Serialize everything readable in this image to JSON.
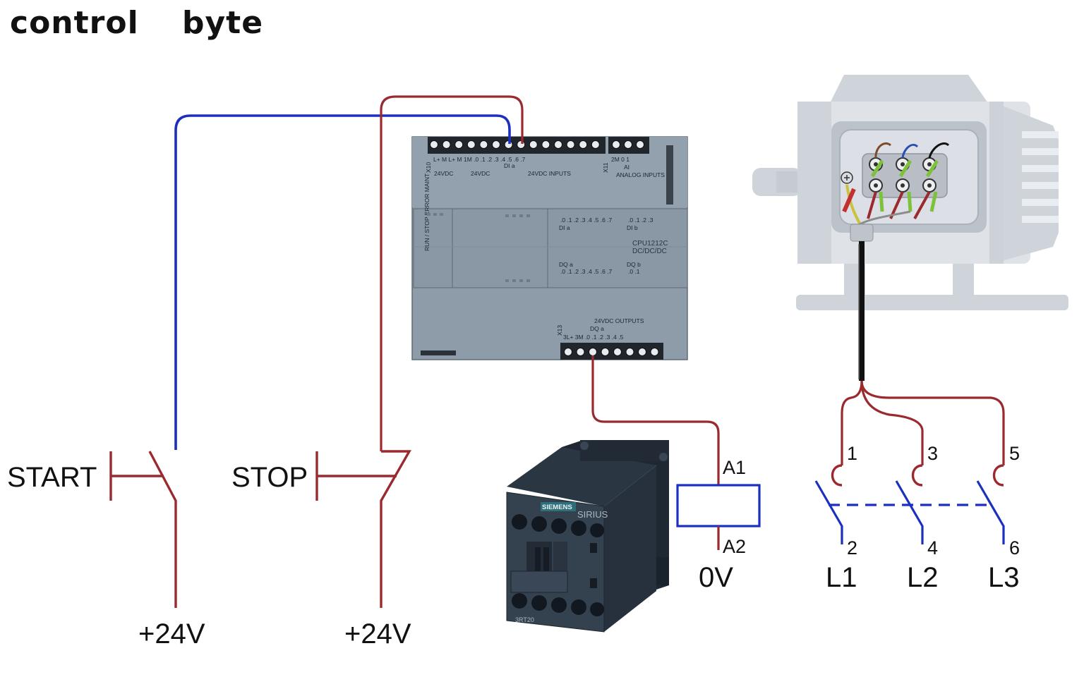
{
  "logo": {
    "text_left": "control",
    "text_right": "byte"
  },
  "plc": {
    "x10": "X10",
    "x11": "X11",
    "x13": "X13",
    "in_terms": "L+  M      L+  M  1M  .0  .1  .2  .3  .4  .5  .6  .7",
    "ai_terms": "2M  0   1",
    "pwr1": "24VDC",
    "pwr2": "24VDC",
    "dia": "DI a",
    "in_title": "24VDC INPUTS",
    "ai": "AI",
    "ai_title": "ANALOG INPUTS",
    "status": "RUN / STOP  ERROR  MAINT",
    "di_row_a": ".0 .1 .2 .3 .4 .5 .6 .7",
    "di_row_b": ".0 .1 .2 .3",
    "dia_small": "DI a",
    "dib_small": "DI b",
    "cpu": "CPU1212C",
    "cpu2": "DC/DC/DC",
    "dqa_small": "DQ a",
    "dqb_small": "DQ b",
    "dq_row_a": ".0 .1 .2 .3 .4 .5 .6 .7",
    "dq_row_b": ".0 .1",
    "out_title": "24VDC OUTPUTS",
    "dqa": "DQ a",
    "out_terms": "3L+ 3M  .0  .1  .2  .3  .4  .5"
  },
  "labels": {
    "start": "START",
    "stop": "STOP",
    "v24_left": "+24V",
    "v24_right": "+24V",
    "a1": "A1",
    "a2": "A2",
    "zero_v": "0V",
    "n1": "1",
    "n3": "3",
    "n5": "5",
    "n2": "2",
    "n4": "4",
    "n6": "6",
    "l1": "L1",
    "l2": "L2",
    "l3": "L3"
  },
  "contactor": {
    "brand": "SIEMENS",
    "series": "SIRIUS",
    "model": "3RT20"
  },
  "colors": {
    "wire_red": "#9b2a2e",
    "wire_blue": "#1c30c0",
    "plc_body": "#8d9aa6",
    "motor_body": "#d7dbe2",
    "contactor_body": "#2f3c4b"
  }
}
